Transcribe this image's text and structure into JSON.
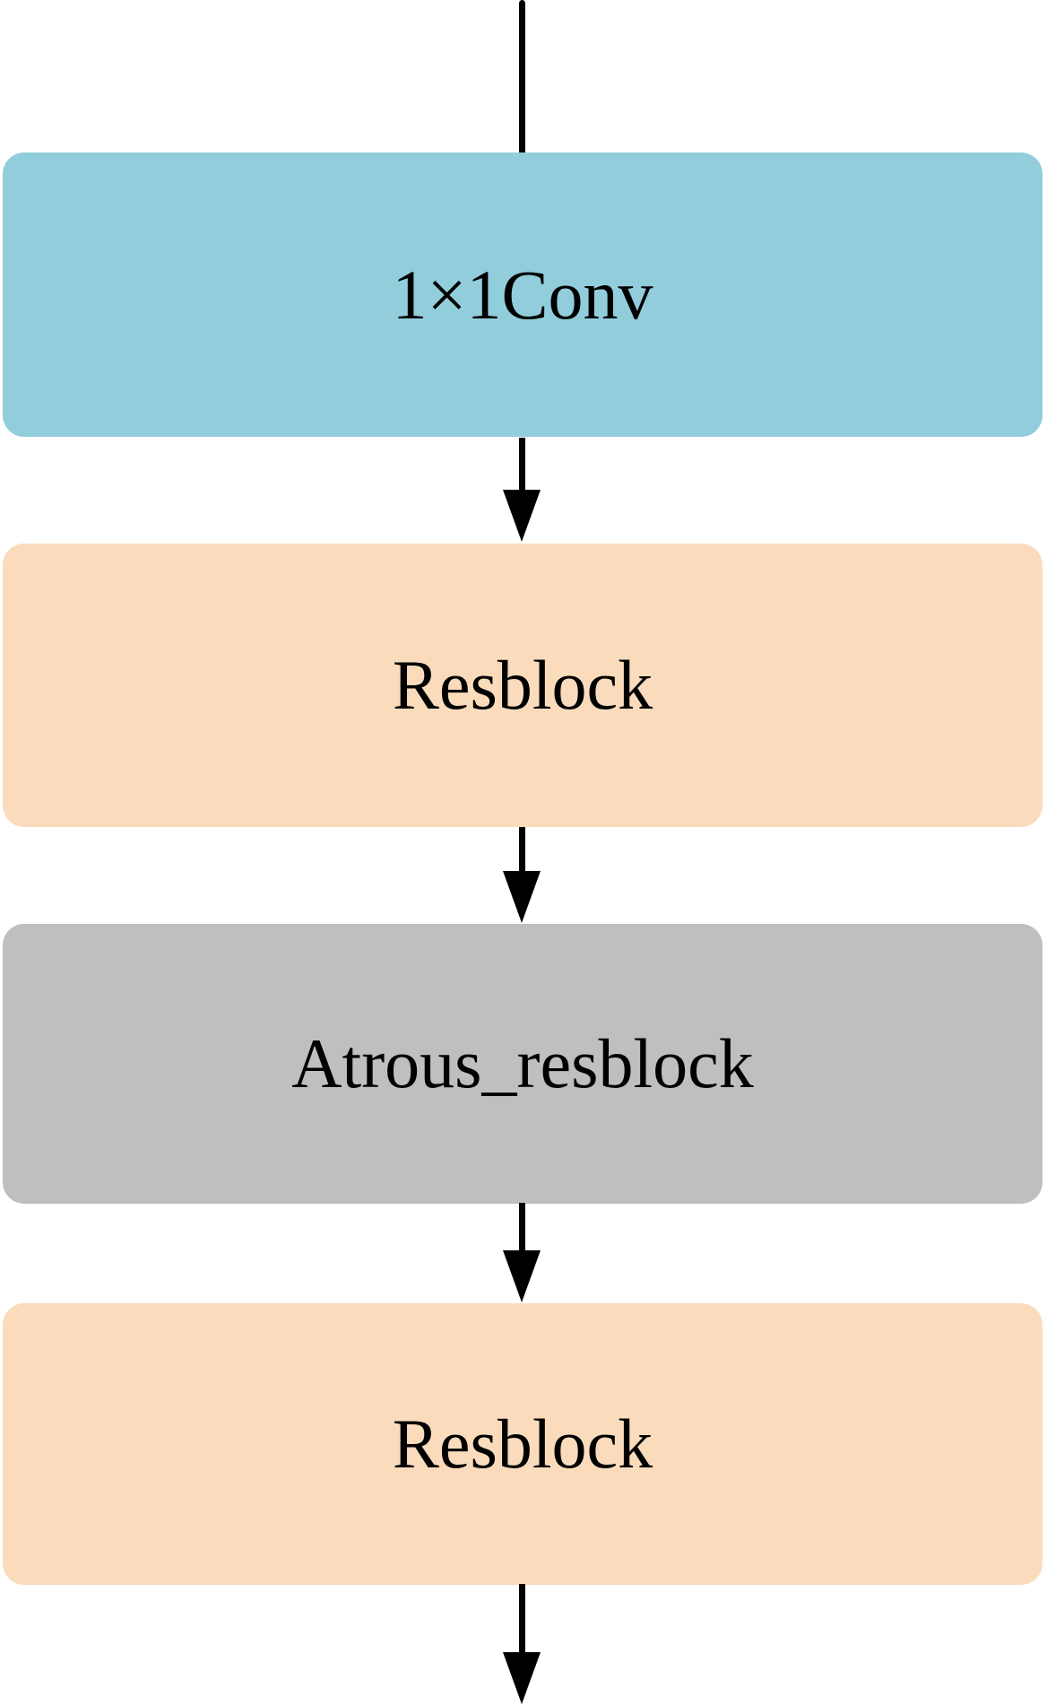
{
  "diagram": {
    "type": "flowchart",
    "direction": "top-to-bottom",
    "nodes": [
      {
        "id": "conv1x1",
        "label": "1×1Conv",
        "fill": "#92CDDC",
        "shape": "rounded-rectangle"
      },
      {
        "id": "resblock-1",
        "label": "Resblock",
        "fill": "#FADCBD",
        "shape": "rounded-rectangle"
      },
      {
        "id": "atrous-resblock",
        "label": "Atrous_resblock",
        "fill": "#BFBFBF",
        "shape": "rounded-rectangle"
      },
      {
        "id": "resblock-2",
        "label": "Resblock",
        "fill": "#FADCBD",
        "shape": "rounded-rectangle"
      }
    ],
    "edges": [
      {
        "from": "input",
        "to": "conv1x1",
        "arrowhead": false
      },
      {
        "from": "conv1x1",
        "to": "resblock-1",
        "arrowhead": true
      },
      {
        "from": "resblock-1",
        "to": "atrous-resblock",
        "arrowhead": true
      },
      {
        "from": "atrous-resblock",
        "to": "resblock-2",
        "arrowhead": true
      },
      {
        "from": "resblock-2",
        "to": "output",
        "arrowhead": true
      }
    ],
    "arrow_color": "#000000",
    "text_color": "#000000",
    "background_color": "#FFFFFF"
  }
}
